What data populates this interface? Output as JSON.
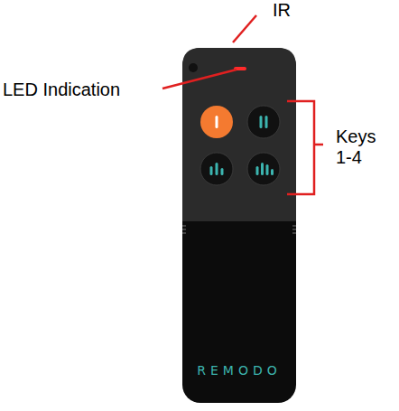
{
  "diagram": {
    "labels": [
      "IR",
      "LED Indication",
      "Keys 1-4",
      "REMODO"
    ]
  }
}
